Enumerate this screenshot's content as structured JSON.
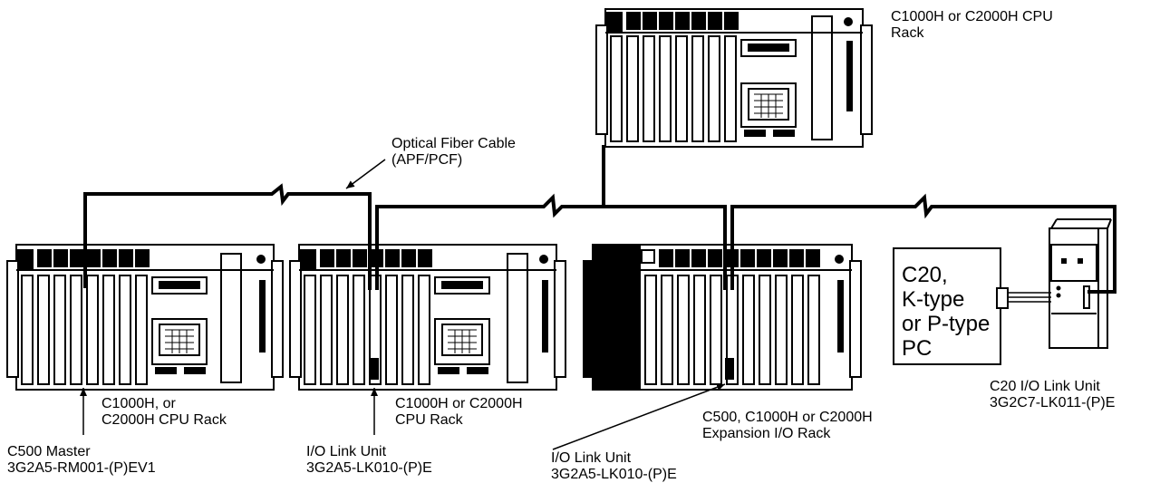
{
  "labels": {
    "top_rack": [
      "C1000H or C2000H CPU",
      "Rack"
    ],
    "cable": [
      "Optical Fiber Cable",
      "(APF/PCF)"
    ],
    "master_rack": [
      "C1000H, or",
      "C2000H CPU Rack"
    ],
    "master_unit": [
      "C500 Master",
      "3G2A5-RM001-(P)EV1"
    ],
    "cpu_rack_2": [
      "C1000H or C2000H",
      "CPU Rack"
    ],
    "link_unit_2": [
      "I/O Link Unit",
      "3G2A5-LK010-(P)E"
    ],
    "expansion_rack": [
      "C500, C1000H or C2000H",
      "Expansion I/O Rack"
    ],
    "link_unit_3": [
      "I/O Link Unit",
      "3G2A5-LK010-(P)E"
    ],
    "c20_pc": [
      "C20,",
      "K-type",
      "or P-type",
      "PC"
    ],
    "c20_link": [
      "C20 I/O Link Unit",
      "3G2C7-LK011-(P)E"
    ]
  }
}
